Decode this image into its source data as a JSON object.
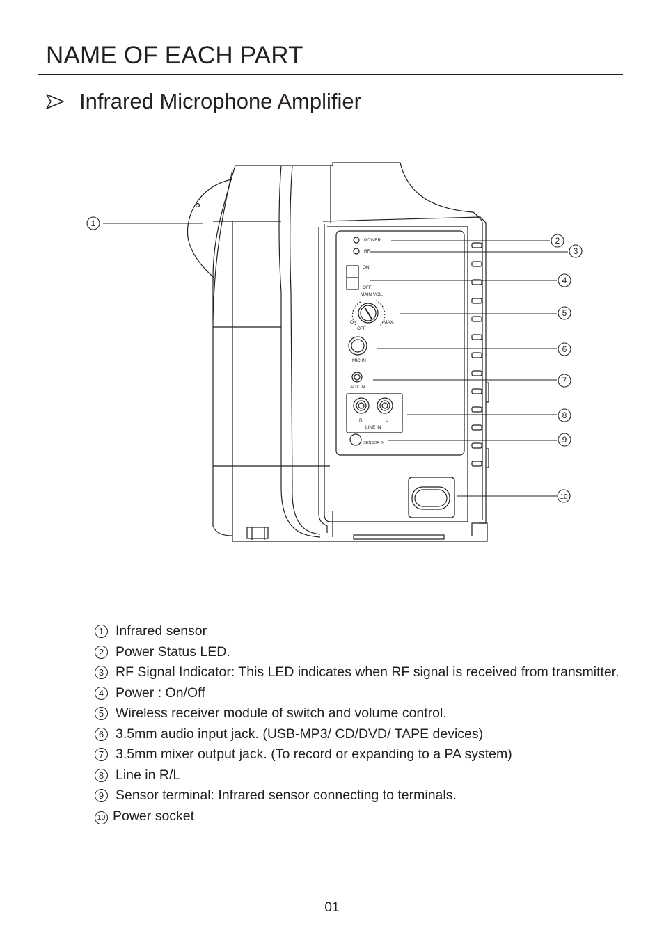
{
  "page": {
    "title": "NAME OF EACH PART",
    "section_title": "Infrared Microphone Amplifier",
    "page_number": "01"
  },
  "diagram": {
    "panel_labels": {
      "power": "POWER",
      "rf": "RF",
      "on": "ON",
      "off": "OFF",
      "main_vol": "MAIN VOL.",
      "knob_on": "ON",
      "knob_off": "OFF",
      "max": "MAX.",
      "mic_in": "MIC IN",
      "aux_in": "AUX IN",
      "r": "R",
      "l": "L",
      "line_in": "LINE IN",
      "sensor_in": "SENSOR IN"
    },
    "callouts": [
      "1",
      "2",
      "3",
      "4",
      "5",
      "6",
      "7",
      "8",
      "9",
      "10"
    ]
  },
  "legend": [
    {
      "num": "1",
      "text": "Infrared sensor"
    },
    {
      "num": "2",
      "text": "Power Status LED."
    },
    {
      "num": "3",
      "text": "RF Signal Indicator: This LED indicates when RF signal is received from transmitter."
    },
    {
      "num": "4",
      "text": "Power : On/Off"
    },
    {
      "num": "5",
      "text": "Wireless receiver module of switch and volume control."
    },
    {
      "num": "6",
      "text": "3.5mm audio input jack. (USB-MP3/ CD/DVD/ TAPE devices)"
    },
    {
      "num": "7",
      "text": "3.5mm mixer output jack. (To record or expanding to a PA system)"
    },
    {
      "num": "8",
      "text": "Line in R/L"
    },
    {
      "num": "9",
      "text": "Sensor terminal: Infrared sensor connecting to terminals."
    },
    {
      "num": "10",
      "text": "Power socket"
    }
  ]
}
